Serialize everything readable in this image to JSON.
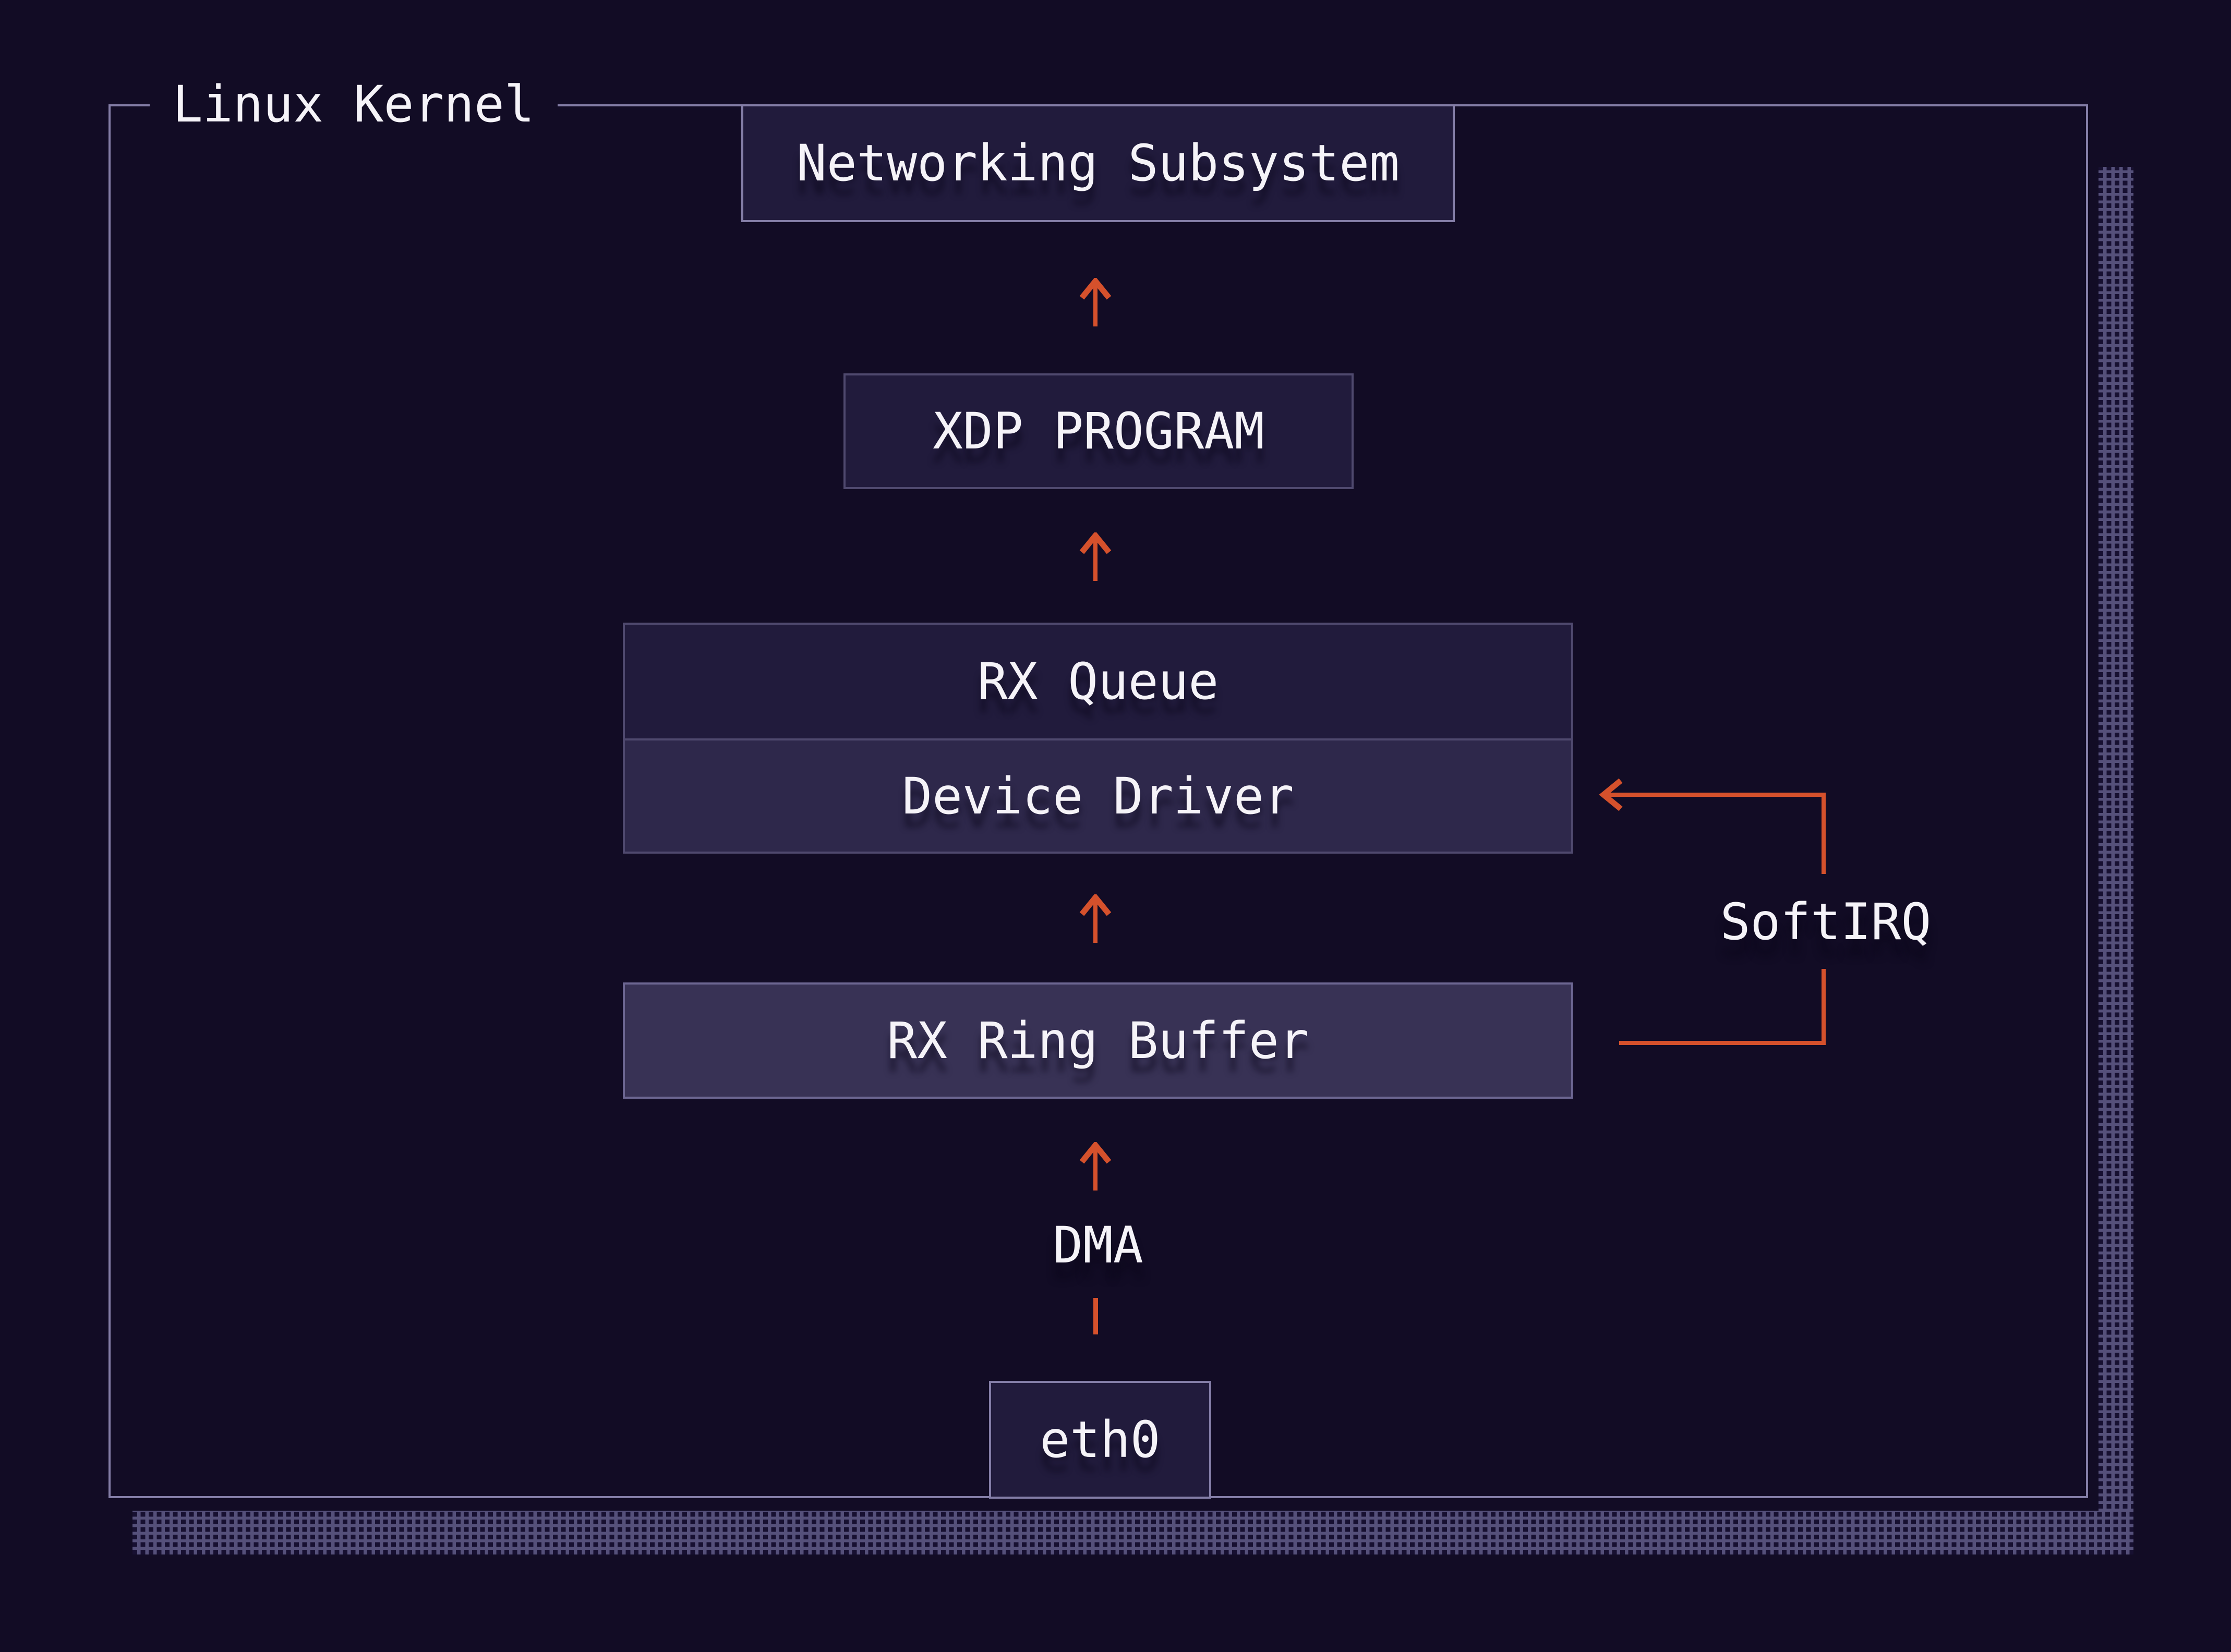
{
  "diagram": {
    "kernel_label": "Linux Kernel",
    "nodes": {
      "networking_subsystem": "Networking Subsystem",
      "xdp_program": "XDP PROGRAM",
      "rx_queue": "RX Queue",
      "device_driver": "Device Driver",
      "rx_ring_buffer": "RX Ring Buffer",
      "eth0": "eth0"
    },
    "annotations": {
      "softirq": "SoftIRQ",
      "dma": "DMA"
    },
    "flow_arrows": [
      "eth0-to-rx-ring-buffer-via-dma",
      "rx-ring-buffer-to-device-driver",
      "rx-queue-to-xdp-program",
      "xdp-program-to-networking-subsystem",
      "rx-ring-buffer-to-device-driver-softirq-loop"
    ]
  },
  "colors": {
    "bg": "#120c25",
    "boxFill": "#211b3c",
    "boxFillMid": "#2e284b",
    "boxFillLight": "#383255",
    "borderBright": "#847ea7",
    "borderDim": "#4f496e",
    "borderMid": "#6c6691",
    "accent": "#d5512c",
    "text": "#f5f3f8",
    "halftoneBg": "#55507a",
    "halftoneDot": "#171031"
  }
}
